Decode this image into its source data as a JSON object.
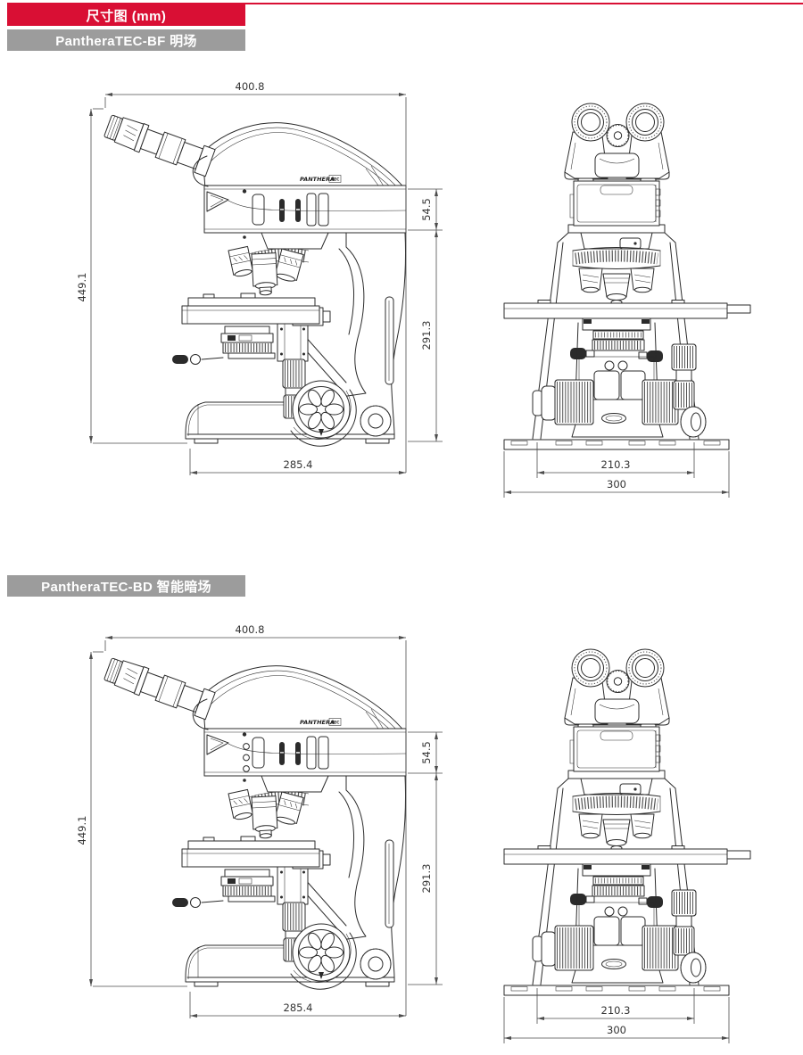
{
  "header": {
    "title": "尺寸图 (mm)",
    "accent_color": "#d90f34",
    "banner_gray": "#9c9c9c"
  },
  "brand": {
    "logo": "PANTHERA",
    "badge": "TEC"
  },
  "sections": [
    {
      "label": "PantheraTEC-BF 明场",
      "variant": "BF",
      "dims": {
        "overall_depth": "400.8",
        "overall_height": "449.1",
        "head_height": "54.5",
        "frame_height": "291.3",
        "base_depth": "285.4",
        "stand_width": "210.3",
        "base_width": "300"
      }
    },
    {
      "label": "PantheraTEC-BD 智能暗场",
      "variant": "BD",
      "dims": {
        "overall_depth": "400.8",
        "overall_height": "449.1",
        "head_height": "54.5",
        "frame_height": "291.3",
        "base_depth": "285.4",
        "stand_width": "210.3",
        "base_width": "300"
      }
    }
  ]
}
